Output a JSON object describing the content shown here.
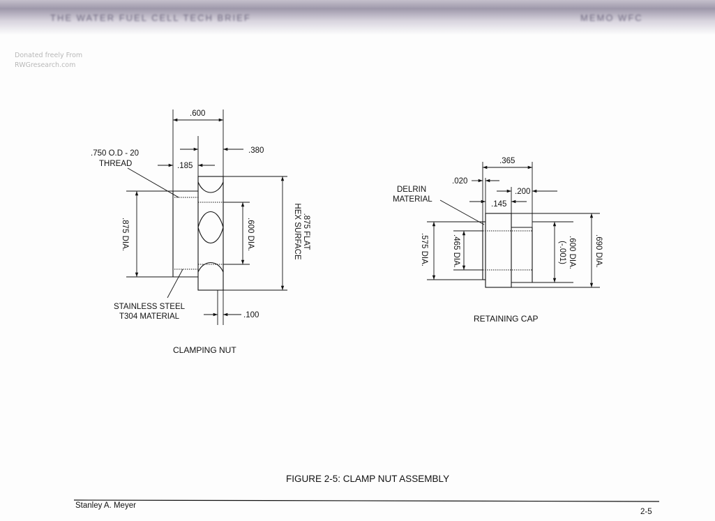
{
  "header": {
    "left_text": "THE WATER FUEL CELL TECH BRIEF",
    "right_text": "MEMO WFC"
  },
  "watermark": {
    "line1": "Donated freely From",
    "line2": "RWGresearch.com"
  },
  "clamping_nut": {
    "dim_600": ".600",
    "dim_380": ".380",
    "thread_line1": ".750 O.D  - 20",
    "thread_line2": "THREAD",
    "dim_185": ".185",
    "dia_875": ".875 DIA.",
    "dia_600": ".600 DIA.",
    "flat_line1": ".875 FLAT",
    "flat_line2": "HEX SURFACE",
    "material_line1": "STAINLESS STEEL",
    "material_line2": "T304 MATERIAL",
    "dim_100": ".100",
    "caption": "CLAMPING  NUT"
  },
  "retaining_cap": {
    "dim_365": ".365",
    "dim_020": ".020",
    "material_line1": "DELRIN",
    "material_line2": "MATERIAL",
    "dim_200": ".200",
    "dim_145": ".145",
    "dia_575": ".575 DIA.",
    "dia_465": ".465 DIA.",
    "dia_600": ".600 DIA.",
    "tol_001": "(-.001)",
    "dia_690": ".690 DIA.",
    "caption": "RETAINING CAP"
  },
  "figure_caption": "FIGURE 2-5: CLAMP NUT ASSEMBLY",
  "footer": {
    "author": "Stanley A. Meyer",
    "page": "2-5"
  }
}
